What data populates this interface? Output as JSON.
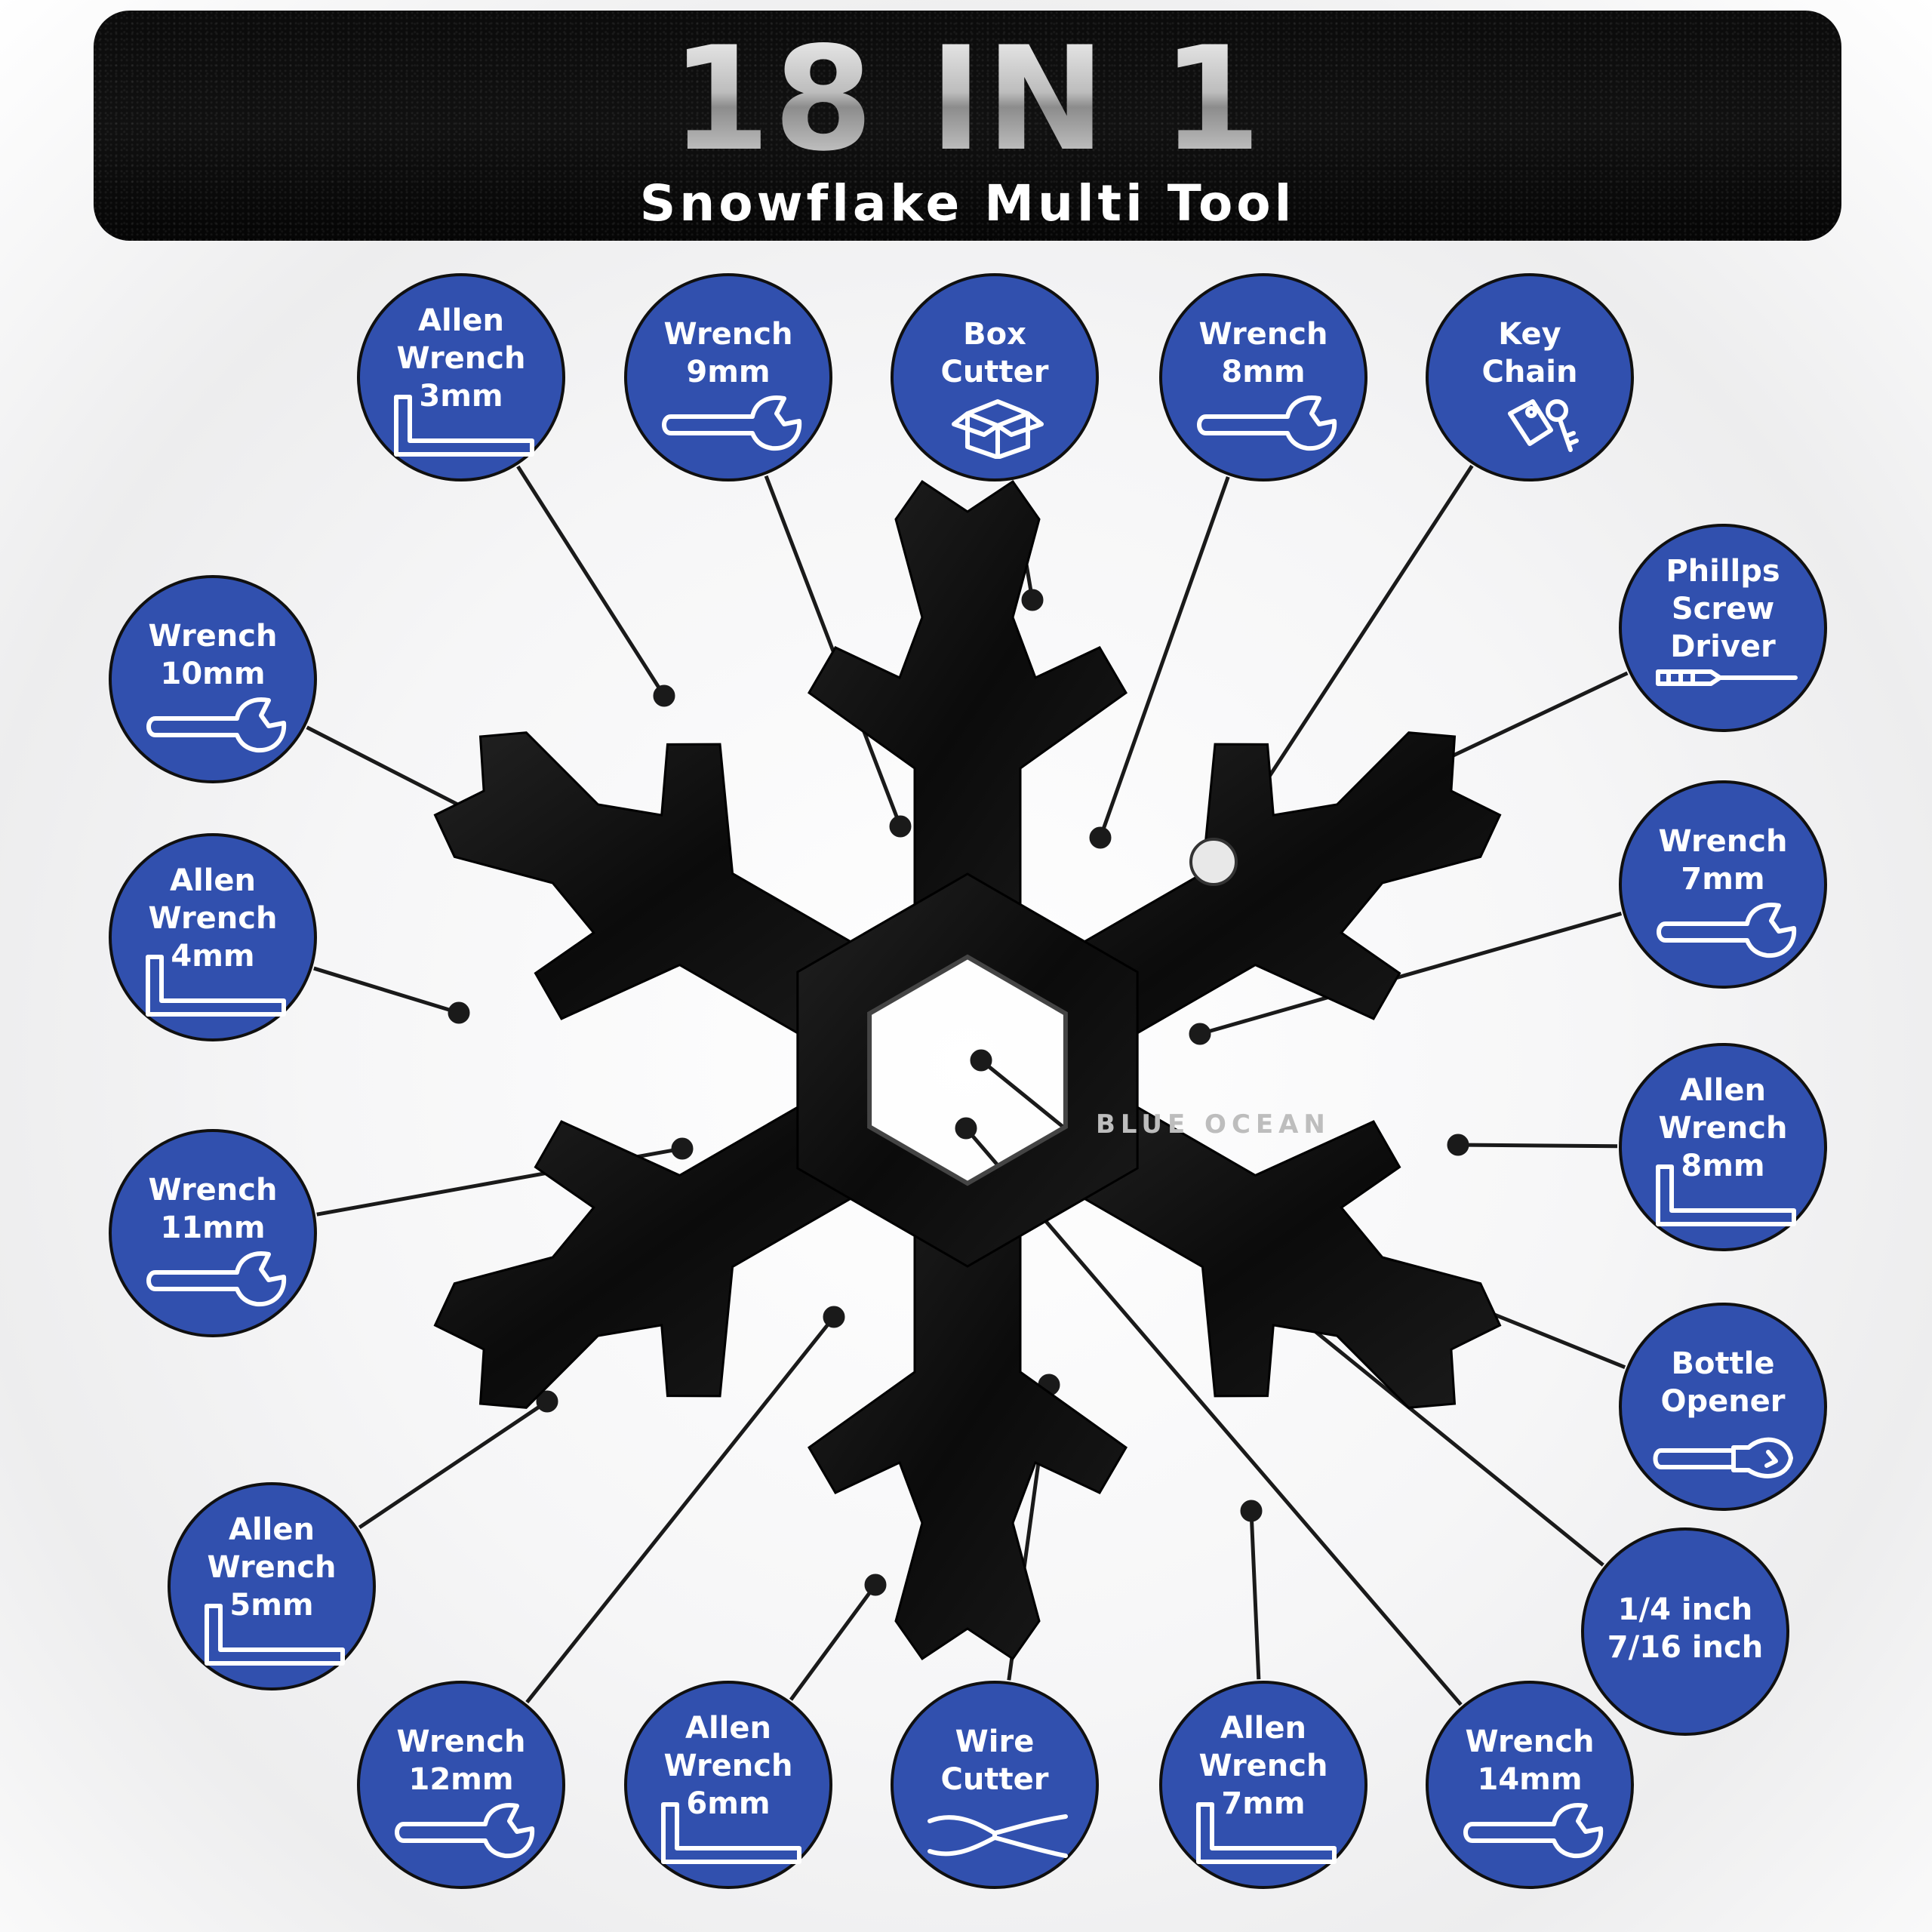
{
  "banner": {
    "title": "18 IN 1",
    "subtitle": "Snowflake Multi Tool"
  },
  "engraving": "BLUE OCEAN",
  "colors": {
    "bubble_fill": "#3150ae",
    "bubble_border": "#101010",
    "tool_body": "#0c0c0c",
    "leader_line": "#1a1a1a"
  },
  "tools": [
    {
      "label": "Allen\nWrench\n3mm",
      "icon": "allen-key-icon"
    },
    {
      "label": "Wrench\n9mm",
      "icon": "wrench-icon"
    },
    {
      "label": "Box\nCutter",
      "icon": "box-icon"
    },
    {
      "label": "Wrench\n8mm",
      "icon": "wrench-icon"
    },
    {
      "label": "Key\nChain",
      "icon": "key-tag-icon"
    },
    {
      "label": "Wrench\n10mm",
      "icon": "wrench-icon"
    },
    {
      "label": "Phillps\nScrew\nDriver",
      "icon": "screwdriver-icon"
    },
    {
      "label": "Allen\nWrench\n4mm",
      "icon": "allen-key-icon"
    },
    {
      "label": "Wrench\n7mm",
      "icon": "wrench-icon"
    },
    {
      "label": "Wrench\n11mm",
      "icon": "wrench-icon"
    },
    {
      "label": "Allen\nWrench\n8mm",
      "icon": "allen-key-icon"
    },
    {
      "label": "Bottle\nOpener",
      "icon": "bottle-opener-icon"
    },
    {
      "label": "Allen\nWrench\n5mm",
      "icon": "allen-key-icon"
    },
    {
      "label": "1/4 inch\n7/16 inch",
      "icon": ""
    },
    {
      "label": "Wrench\n12mm",
      "icon": "wrench-icon"
    },
    {
      "label": "Allen\nWrench\n6mm",
      "icon": "allen-key-icon"
    },
    {
      "label": "Wire\nCutter",
      "icon": "pliers-icon"
    },
    {
      "label": "Allen\nWrench\n7mm",
      "icon": "allen-key-icon"
    },
    {
      "label": "Wrench\n14mm",
      "icon": "wrench-icon"
    }
  ]
}
